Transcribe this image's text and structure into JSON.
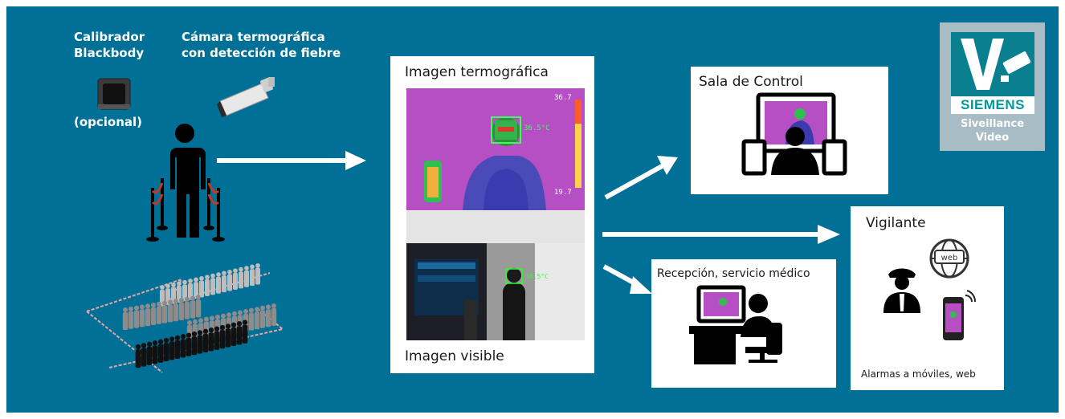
{
  "left": {
    "calibrator_label_1": "Calibrador",
    "calibrator_label_2": "Blackbody",
    "calibrator_optional": "(opcional)",
    "camera_label_1": "Cámara termográfica",
    "camera_label_2": "con detección de fiebre"
  },
  "center": {
    "thermal_title": "Imagen termográfica",
    "visible_title": "Imagen visible",
    "thermal_reading_top": "36.7",
    "thermal_reading_bottom": "19.7",
    "thermal_tag": "36.5°C",
    "visible_tag": "36.5°C"
  },
  "control_room": {
    "title": "Sala de Control"
  },
  "reception": {
    "title": "Recepción, servicio médico"
  },
  "guard": {
    "title": "Vigilante",
    "web_label": "web",
    "footer": "Alarmas a móviles, web"
  },
  "logo": {
    "brand": "SIEMENS",
    "product_1": "Siveillance",
    "product_2": "Video",
    "brand_color": "#009999"
  },
  "colors": {
    "background": "#007096",
    "thermal_magenta": "#b64fc3",
    "arrow": "#ffffff"
  }
}
